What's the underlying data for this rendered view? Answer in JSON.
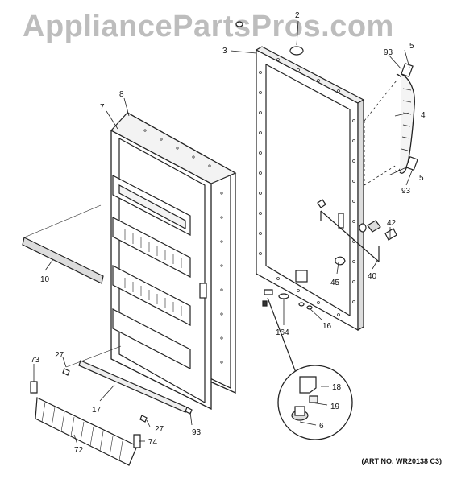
{
  "watermark": "AppliancePartsPros.com",
  "art_number": "(ART NO. WR20138 C3)",
  "callouts": {
    "c2": "2",
    "c3": "3",
    "c4": "4",
    "c5a": "5",
    "c5b": "5",
    "c6": "6",
    "c7": "7",
    "c8": "8",
    "c10": "10",
    "c16": "16",
    "c17": "17",
    "c18": "18",
    "c19": "19",
    "c27a": "27",
    "c27b": "27",
    "c40": "40",
    "c42": "42",
    "c45": "45",
    "c72": "72",
    "c73": "73",
    "c74": "74",
    "c93a": "93",
    "c93b": "93",
    "c93c": "93",
    "c164": "164"
  }
}
